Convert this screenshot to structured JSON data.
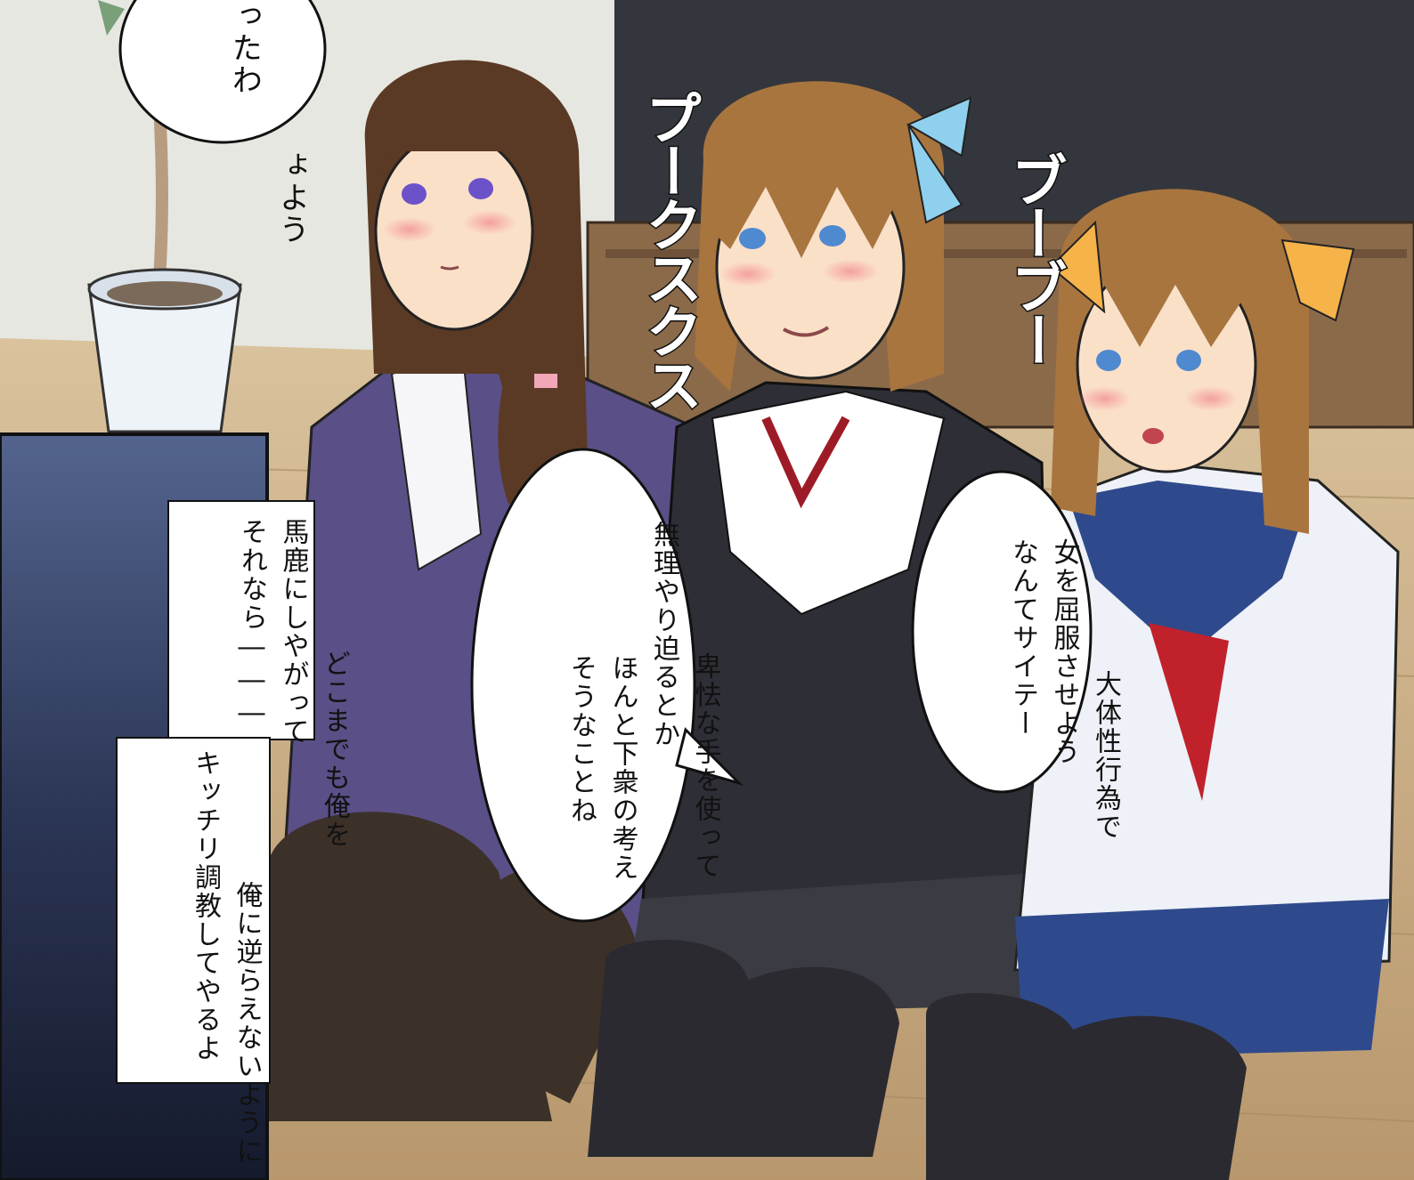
{
  "speech_top_left": {
    "lines": [
      "ょよう",
      "ったわ"
    ]
  },
  "sfx_left": "プークスクス",
  "sfx_right": "ブーブー",
  "speech_center": {
    "lines": [
      "卑怯な手を使って",
      "無理やり迫るとか",
      "ほんと下衆の考え",
      "そうなことね"
    ]
  },
  "speech_right": {
    "lines": [
      "大体性行為で",
      "女を屈服させよう",
      "なんてサイテー"
    ]
  },
  "caption_upper": {
    "lines": [
      "どこまでも俺を",
      "馬鹿にしやがって",
      "それなら―――"
    ]
  },
  "caption_lower": {
    "lines": [
      "俺に逆らえないように",
      "キッチリ調教してやるよ"
    ]
  },
  "colors": {
    "wall": "#e6e6e0",
    "floor": "#c9ad86",
    "tv": "#34363d",
    "suit_purple": "#5a4f86",
    "blazer_black": "#2e2f36",
    "sailor_white": "#eef1f7",
    "sailor_navy": "#2f4a8c",
    "ribbon_blue": "#8fd0ee",
    "ribbon_orange": "#f5b34a",
    "hair_brown": "#a8753f",
    "hair_dark": "#5a3a24",
    "dark_panel": "#3a4a70"
  }
}
